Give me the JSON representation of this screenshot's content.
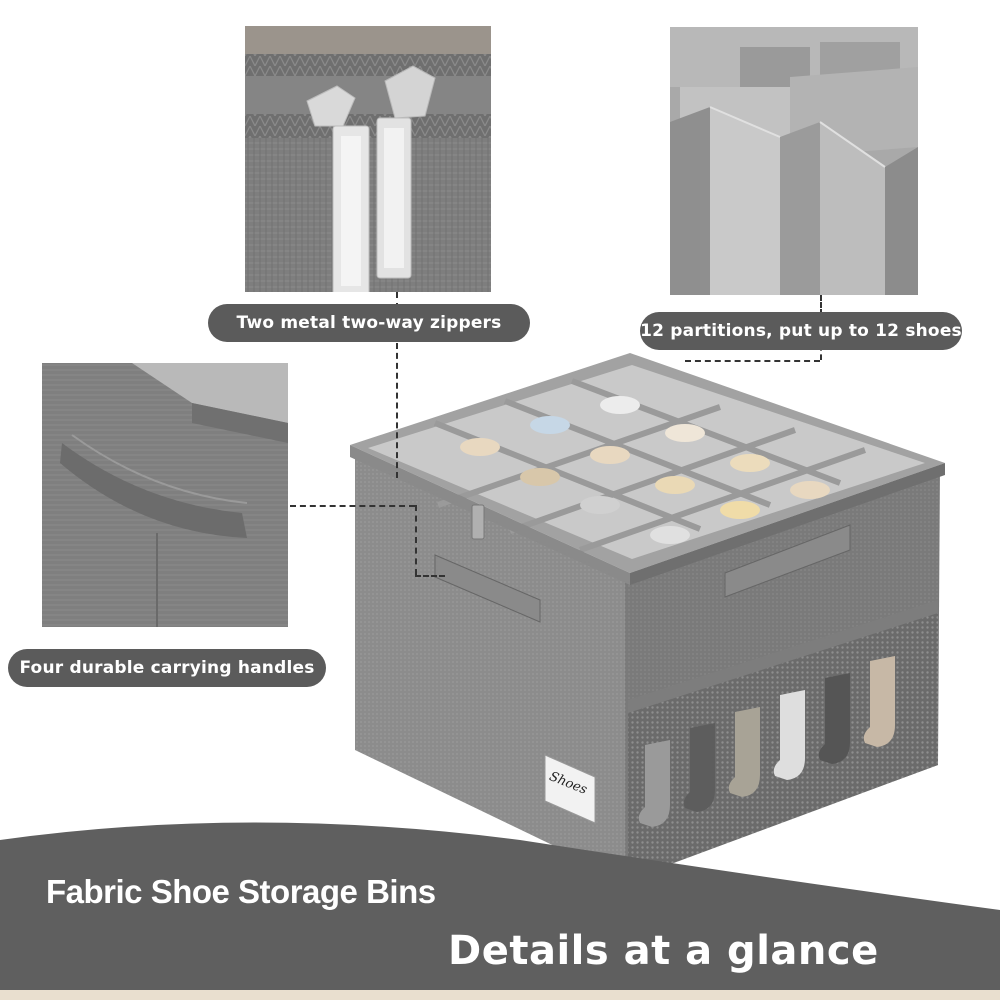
{
  "callouts": {
    "zippers": "Two metal two-way zippers",
    "partitions": "12 partitions, put up to 12 shoes",
    "handles": "Four durable carrying handles"
  },
  "product": {
    "tag_label": "Shoes"
  },
  "banner": {
    "title": "Fabric Shoe Storage Bins",
    "subtitle": "Details at a glance"
  },
  "colors": {
    "fabric": "#8a8a8a",
    "pill": "#5b5b5b",
    "banner": "#5f5f5f",
    "bottom_strip": "#e9dfcf"
  }
}
